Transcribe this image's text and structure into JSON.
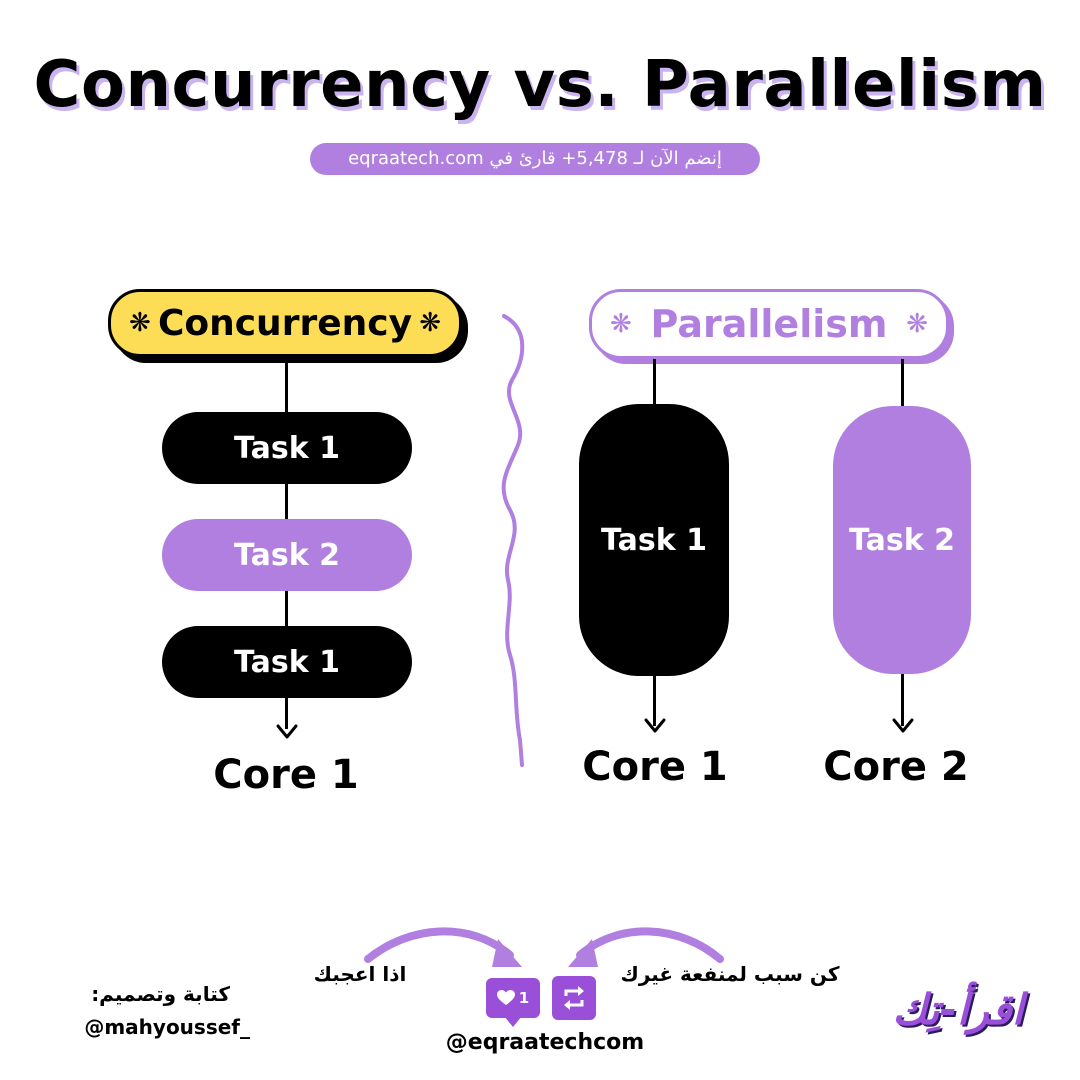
{
  "title": "Concurrency vs. Parallelism",
  "join_banner": "إنضم الآن لـ 5,478+ قارئ في eqraatech.com",
  "concurrency": {
    "header": "Concurrency",
    "tasks": [
      "Task 1",
      "Task 2",
      "Task 1"
    ],
    "core": "Core 1"
  },
  "parallelism": {
    "header": "Parallelism",
    "tasks": [
      "Task 1",
      "Task 2"
    ],
    "cores": [
      "Core 1",
      "Core 2"
    ]
  },
  "footer": {
    "credit_label": "كتابة وتصميم:",
    "credit_handle": "@mahyoussef_",
    "like_hint": "اذا اعجبك",
    "share_hint": "كن سبب لمنفعة غيرك",
    "like_count": "1",
    "handle": "@eqraatechcom",
    "logo_text": "اقرأ-تِك"
  },
  "colors": {
    "accent_purple": "#b07fe0",
    "accent_yellow": "#fddd55",
    "task_black": "#000000"
  },
  "icons": {
    "star": "asterisk-flower-icon",
    "heart": "heart-icon",
    "repost": "repost-icon",
    "arrow": "arrow-down-icon"
  }
}
